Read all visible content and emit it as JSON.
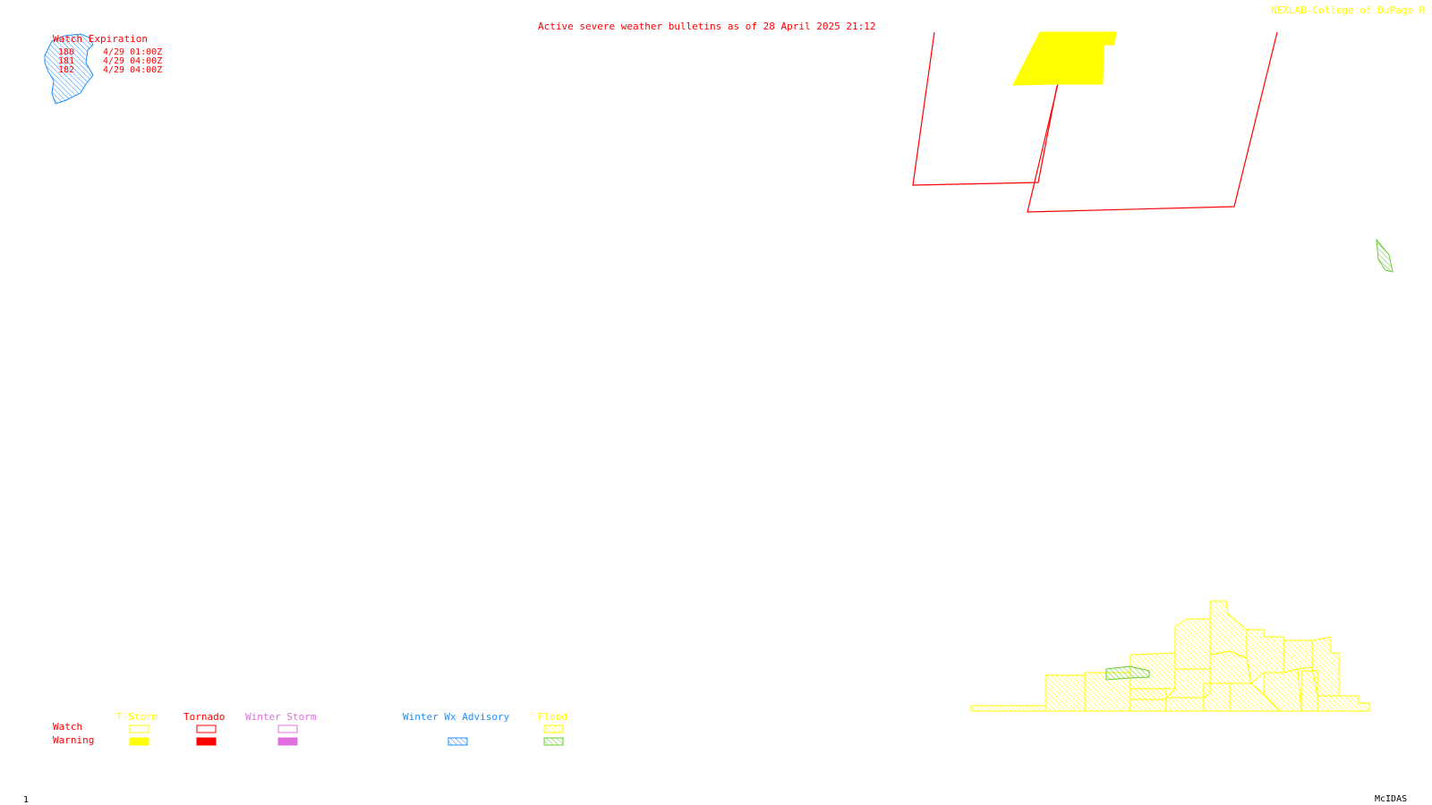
{
  "header": {
    "title": "Active severe weather bulletins as of 28 April 2025 21:12",
    "credit": "NEXLAB-College of DuPage R"
  },
  "watch_expiration": {
    "label": "Watch Expiration",
    "rows": [
      {
        "number": "180",
        "expires": "4/29 01:00Z"
      },
      {
        "number": "181",
        "expires": "4/29 04:00Z"
      },
      {
        "number": "182",
        "expires": "4/29 04:00Z"
      }
    ]
  },
  "legend": {
    "row_watch": "Watch",
    "row_warning": "Warning",
    "categories": [
      {
        "label": "T-Storm",
        "color": "#ffff00",
        "watch_style": "outline",
        "warning_style": "filled"
      },
      {
        "label": "Tornado",
        "color": "#ff0000",
        "watch_style": "outline",
        "warning_style": "filled"
      },
      {
        "label": "Winter Storm",
        "color": "#e070e0",
        "watch_style": "outline",
        "warning_style": "filled"
      },
      {
        "label": "Winter Wx Advisory",
        "color": "#1e90ff",
        "watch_style": "none",
        "warning_style": "hatched"
      },
      {
        "label": "Flood",
        "color": "#ffff00",
        "watch_style": "hatched",
        "warning_style": "hatched-green"
      }
    ]
  },
  "footer": {
    "frame_number": "1",
    "software": "McIDAS"
  },
  "colors": {
    "tornado": "#ff0000",
    "tstorm": "#ffff00",
    "flood_watch": "#ffff00",
    "flood_warning": "#66cc33",
    "winter_advisory": "#1e90ff",
    "winter_storm": "#e070e0"
  }
}
